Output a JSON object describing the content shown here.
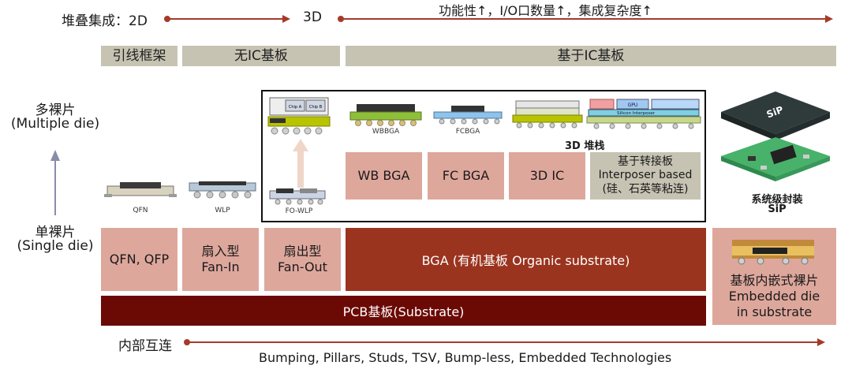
{
  "top_axis": {
    "label_2d": "堆叠集成：2D",
    "label_3d": "3D",
    "label_right": "功能性↑，I/O口数量↑，集成复杂度↑"
  },
  "categories": {
    "lead_frame": "引线框架",
    "no_ic_substrate": "无IC基板",
    "ic_substrate": "基于IC基板"
  },
  "left_axis": {
    "multi_cn": "多裸片",
    "multi_en": "(Multiple die)",
    "single_cn": "单裸片",
    "single_en": "(Single die)"
  },
  "package_captions": {
    "qfn": "QFN",
    "wlp": "WLP",
    "fo_wlp": "FO-WLP",
    "wbbga": "WBBGA",
    "fcbga": "FCBGA",
    "stack_3d": "3D 堆栈",
    "chip_a": "Chip A",
    "chip_b": "Chip B",
    "gpu": "GPU",
    "silicon_interposer": "Silicon Interposer",
    "sip_chip": "SiP"
  },
  "upper_boxes": {
    "wb_bga": "WB BGA",
    "fc_bga": "FC BGA",
    "ic_3d": "3D IC",
    "interposer_l1": "基于转接板",
    "interposer_l2": "Interposer based",
    "interposer_l3": "(硅、石英等粘连)"
  },
  "sip": {
    "label_cn": "系统级封装",
    "label_en": "SiP"
  },
  "lower_boxes": {
    "qfn_qfp": "QFN, QFP",
    "fanin_cn": "扇入型",
    "fanin_en": "Fan-In",
    "fanout_cn": "扇出型",
    "fanout_en": "Fan-Out",
    "bga": "BGA (有机基板 Organic substrate)",
    "embedded_l1": "基板内嵌式裸片",
    "embedded_l2": "Embedded die",
    "embedded_l3": "in substrate"
  },
  "pcb": "PCB基板(Substrate)",
  "bottom_axis": {
    "label": "内部互连",
    "technologies": "Bumping, Pillars, Studs, TSV, Bump-less, Embedded Technologies"
  },
  "colors": {
    "axis_red": "#a63a2a",
    "category_grey": "#c6c3b3",
    "pink": "#dea79c",
    "bga_brown": "#9b341f",
    "pcb_dark": "#6b0a05"
  }
}
